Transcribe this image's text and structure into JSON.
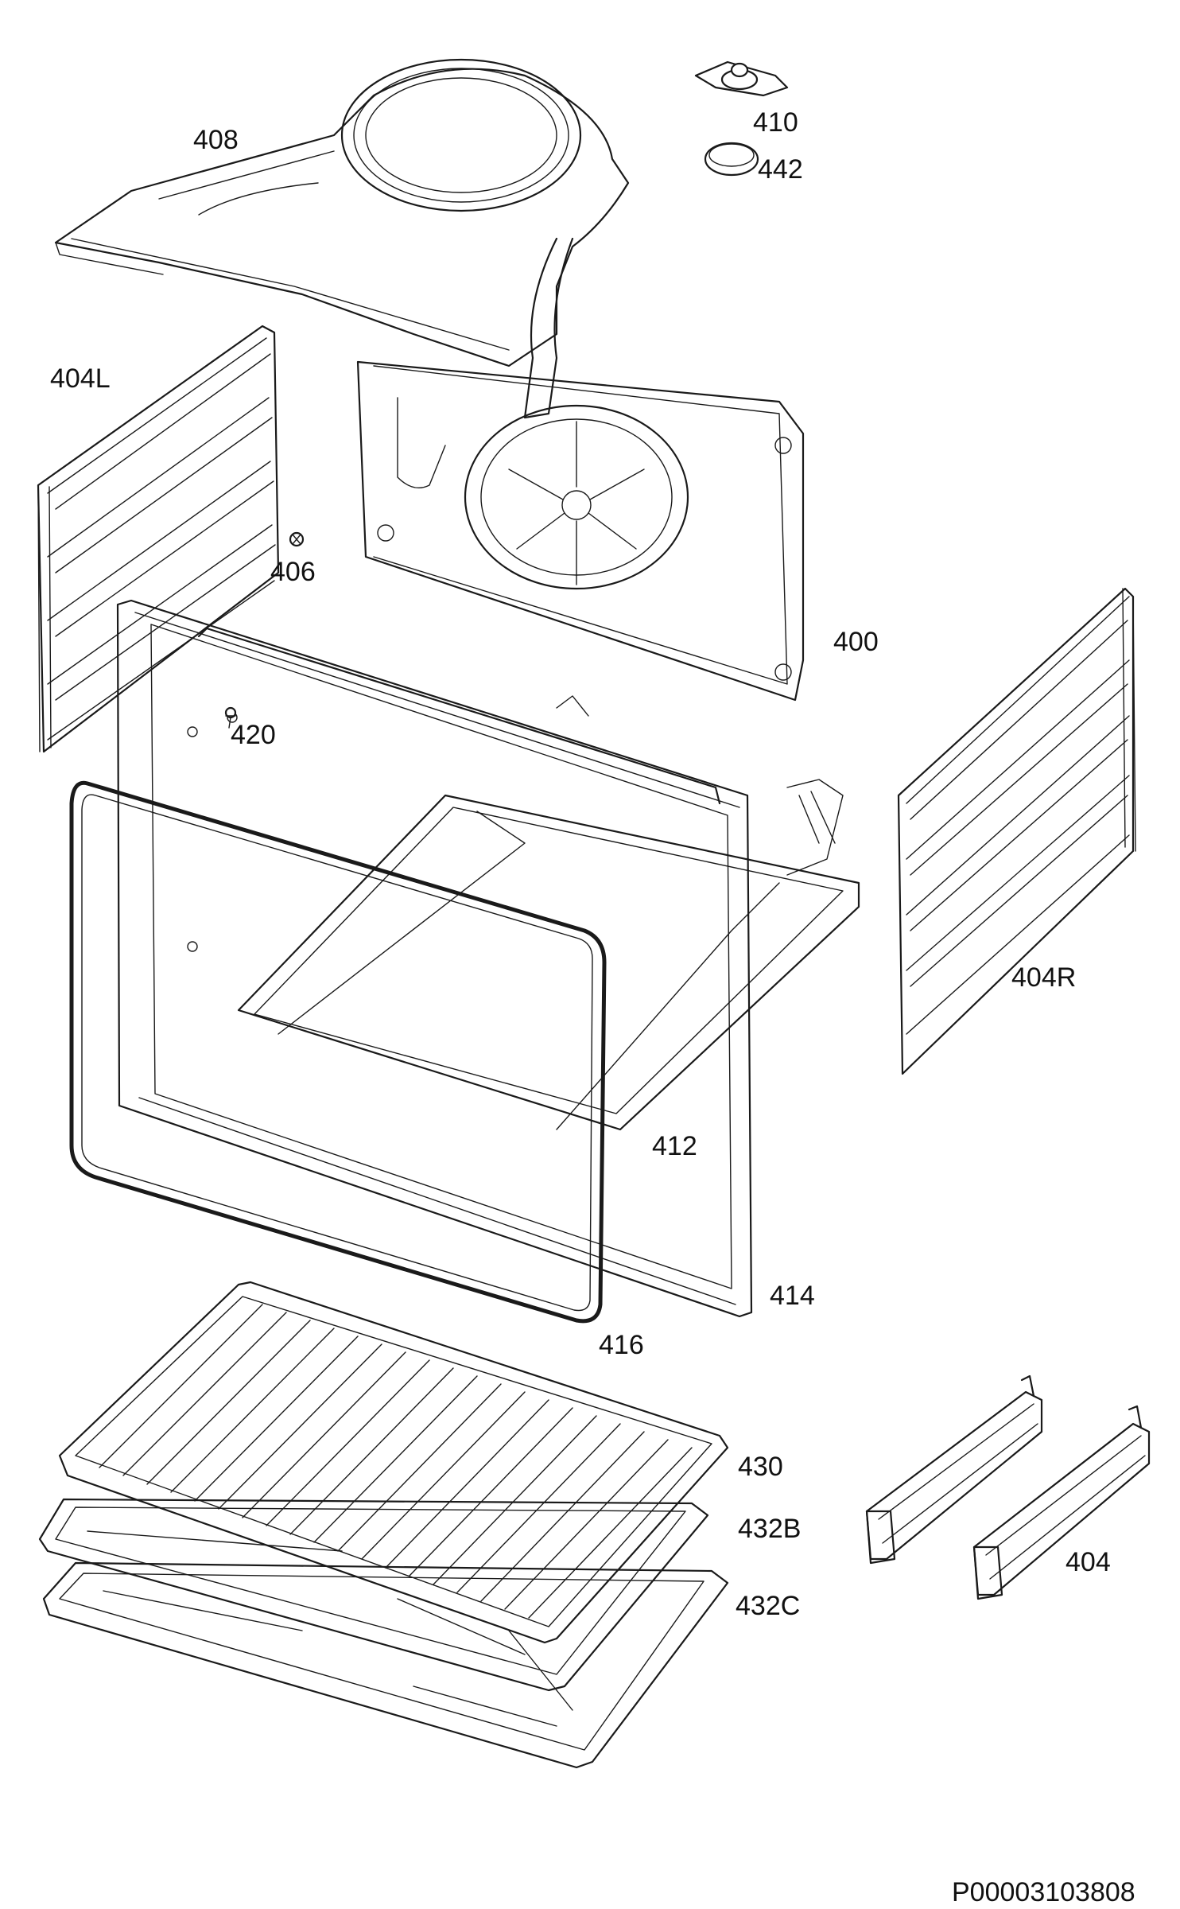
{
  "labels": {
    "l408": "408",
    "l410": "410",
    "l442": "442",
    "l404L": "404L",
    "l406": "406",
    "l400": "400",
    "l420": "420",
    "l404R": "404R",
    "l412": "412",
    "l414": "414",
    "l416": "416",
    "l430": "430",
    "l432B": "432B",
    "l432C": "432C",
    "l404": "404"
  },
  "drawing_code": "P00003103808"
}
